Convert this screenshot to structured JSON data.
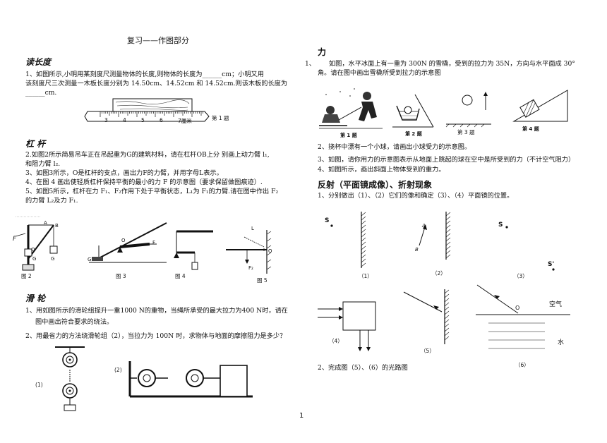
{
  "doc": {
    "title": "复习——作图部分",
    "page_number": "1"
  },
  "left": {
    "length": {
      "heading": "读长度",
      "q1_line1": "1、如图所示,小明用某刻度尺测量物体的长度,则物体的长度为______cm；小明又用",
      "q1_line2": "该刻度尺三次测量一木板长度分别为 14.50cm、14.52cm 和 14.52cm.则该木板的长度为",
      "q1_line3": "______cm.",
      "fig_caption": "第 1 题",
      "ruler_ticks": [
        "3",
        "4",
        "5",
        "6",
        "7厘米"
      ]
    },
    "lever": {
      "heading": "杠  杆",
      "q2_line1": "2.如图2所示简易吊车正在吊起重为G的建筑材料，请在杠杆OB上分  别画上动力臂 l₁,",
      "q2_line2": "和阻力臂 l₂.",
      "q3": "3、如图3所示，O是杠杆的支点，画出力F的力臂，并用字母L表示。",
      "q4": "4、在图 4 画出使轻质杠杆保持平衡的最小的力 F 的示意图（要求保留做图痕迹）.",
      "q5_line1": "5、如图5所示，杠杆在力 F₁、F₂作用下处于平衡状态，L₁为 F₁的力臂.请在图中作出 F₂",
      "q5_line2": "的力臂 L₂及力 F₁.",
      "fig2_caption": "图 2",
      "fig3_caption": "图 3",
      "fig4_caption": "图 4",
      "fig5_caption": "图 5",
      "fig2_labels": [
        "F",
        "A",
        "B",
        "O",
        "G",
        "G"
      ],
      "fig3_labels": [
        "O",
        "G",
        "F"
      ],
      "fig5_labels": [
        "L",
        "O",
        "F₂"
      ]
    },
    "pulley": {
      "heading": "滑  轮",
      "q1_line1": "1、用如图所示的滑轮组提升一重1000 N的重物，当绳所承受的最大拉力为400 N时，请在",
      "q1_line2": "图中画出符合要求的绕法。",
      "q2": "2、用最省力的方法绕滑轮组（2），当拉力为 100N 时，求物体与地面的摩擦阻力是多少？",
      "fig1_label": "(1)",
      "fig2_label": "(2)"
    }
  },
  "right": {
    "force": {
      "heading": "力",
      "q1_num": "1、",
      "q1_line1": "如图，水平冰面上有一重为 300N 的雪橇，受到的拉力为 35N，方向与水平面成 30°",
      "q1_line2": "角。请在图中画出雪橇所受到拉力的示意图",
      "fig1_caption": "第 1 题",
      "fig2_caption": "第 2 题",
      "fig3_caption": "第 3 题",
      "fig4_caption": "第 4 题",
      "q2": "2、挠杯中漂有一个小球，请画出小球受力的示意图。",
      "q3": "3、如图，请你用力的示意图表示从地面上跳起的球在空中是所受到的力（不计空气阻力）",
      "q4": "4、如图所示，画出斜面上物体受到的重力。"
    },
    "optics": {
      "heading": "反射（平面镜成像）、折射现象",
      "q1": "1、分别做出（1）、（2）它们的像和确定（3）、（4）平面镜的位置。",
      "q2": "2、完成图（5）、（6）的光路图",
      "fig1_caption": "（1）",
      "fig2_caption": "（2）",
      "fig3_caption": "（3）",
      "fig4_caption": "（4）",
      "fig5_caption": "（5）",
      "fig6_caption": "（6）",
      "label_S": "S",
      "label_S2": "S",
      "label_Sprime": "S'",
      "label_A": "A",
      "label_B": "B",
      "label_O": "O",
      "label_air": "空气",
      "label_water": "水"
    }
  }
}
